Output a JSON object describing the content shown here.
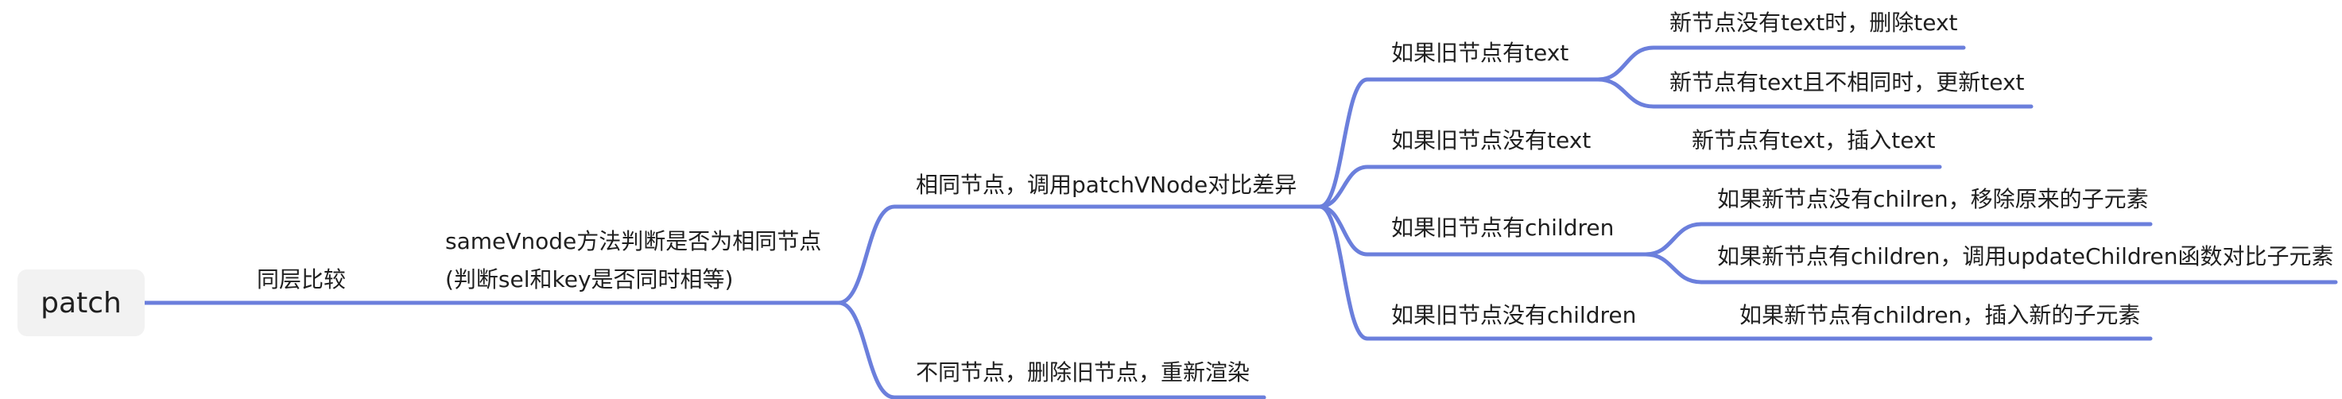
{
  "root": {
    "label": "patch"
  },
  "level1": {
    "label": "同层比较"
  },
  "level2": {
    "line1": "sameVnode方法判断是否为相同节点",
    "line2": "(判断sel和key是否同时相等)"
  },
  "same_node": {
    "label": "相同节点，调用patchVNode对比差异"
  },
  "diff_node": {
    "label": "不同节点，删除旧节点，重新渲染"
  },
  "branches": [
    {
      "label": "如果旧节点有text",
      "children": [
        "新节点没有text时，删除text",
        "新节点有text且不相同时，更新text"
      ]
    },
    {
      "label": "如果旧节点没有text",
      "children": [
        "新节点有text，插入text"
      ]
    },
    {
      "label": "如果旧节点有children",
      "children": [
        "如果新节点没有chilren，移除原来的子元素",
        "如果新节点有children，调用updateChildren函数对比子元素"
      ]
    },
    {
      "label": "如果旧节点没有children",
      "children": [
        "如果新节点有children，插入新的子元素"
      ]
    }
  ],
  "colors": {
    "line": "#6b7fdc",
    "root_bg": "#f2f2f2",
    "text": "#1f1f1f"
  }
}
